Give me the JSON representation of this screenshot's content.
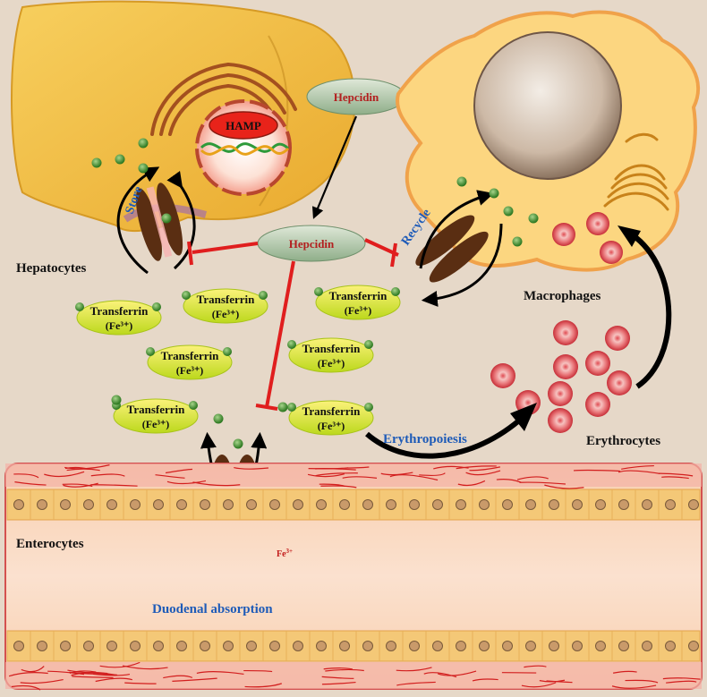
{
  "labels": {
    "hamp": "HAMP",
    "hepcidin_top": "Hepcidin",
    "hepcidin_center": "Hepcidin",
    "store": "Store",
    "recycle": "Recycle",
    "hepatocytes": "Hepatocytes",
    "macrophages": "Macrophages",
    "erythrocytes": "Erythrocytes",
    "erythropoiesis": "Erythropoiesis",
    "enterocytes": "Enterocytes",
    "duodenal_absorption": "Duodenal absorption",
    "fe3": "Fe",
    "fe3_sup": "3+"
  },
  "transferrins": [
    {
      "name": "Transferrin",
      "iron": "(Fe³⁺)"
    },
    {
      "name": "Transferrin",
      "iron": "(Fe³⁺)"
    },
    {
      "name": "Transferrin",
      "iron": "(Fe³⁺)"
    },
    {
      "name": "Transferrin",
      "iron": "(Fe³⁺)"
    },
    {
      "name": "Transferrin",
      "iron": "(Fe³⁺)"
    },
    {
      "name": "Transferrin",
      "iron": "(Fe³⁺)"
    },
    {
      "name": "Transferrin",
      "iron": "(Fe³⁺)"
    }
  ],
  "colors": {
    "background": "#e6d8c8",
    "liver": "#f2b93e",
    "macrophage": "#fbd27a",
    "transporter": "#5a2e12",
    "inhibition": "#e01e1e",
    "iron_dot": "#3f8a2a",
    "transferrin": "#d7ea2c",
    "hepcidin": "#9cb89a",
    "blue_text": "#1e5bb8",
    "red_cell": "#d9454b",
    "vessel": "#f7d2b8",
    "vessel_border": "#d4514f",
    "cell_band": "#f4c877"
  }
}
